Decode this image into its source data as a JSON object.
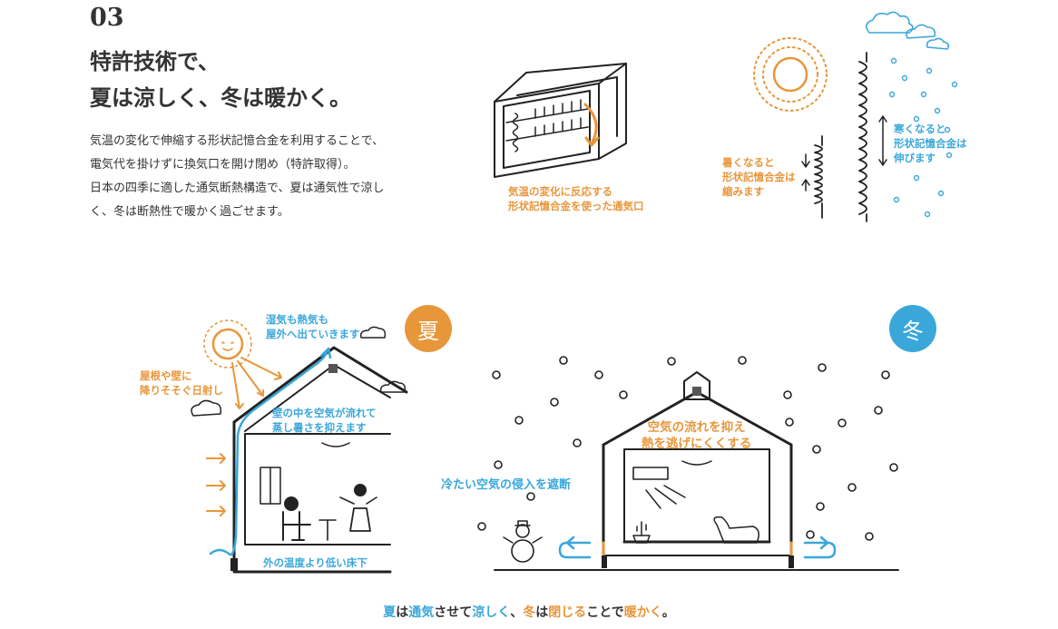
{
  "section_number": "03",
  "title_line1": "特許技術で、",
  "title_line2": "夏は涼しく、冬は暖かく。",
  "desc_line1": "気温の変化で伸縮する形状記憶合金を利用することで、",
  "desc_line2": "電気代を掛けずに換気口を開け閉め（特許取得）。",
  "desc_line3": "日本の四季に適した通気断熱構造で、夏は通気性で涼し",
  "desc_line4": "く、冬は断熱性で暖かく過ごせます。",
  "vent_label_1": "気温の変化に反応する",
  "vent_label_2": "形状記憶合金を使った通気口",
  "hot_label_1": "暑くなると",
  "hot_label_2": "形状記憶合金は",
  "hot_label_3": "縮みます",
  "cold_label_1": "寒くなると",
  "cold_label_2": "形状記憶合金は",
  "cold_label_3": "伸びます",
  "summer_badge": "夏",
  "winter_badge": "冬",
  "summer_humidity_1": "湿気も熱気も",
  "summer_humidity_2": "屋外へ出ていきます",
  "summer_sun_1": "屋根や壁に",
  "summer_sun_2": "降りそそぐ日射し",
  "summer_wall_1": "壁の中を空気が流れて",
  "summer_wall_2": "蒸し暑さを抑えます",
  "summer_floor": "外の温度より低い床下",
  "winter_flow_1": "空気の流れを抑え",
  "winter_flow_2": "熱を逃げにくくする",
  "winter_cold": "冷たい空気の侵入を遮断",
  "caption": {
    "p1": "夏",
    "p2": "は",
    "p3": "通気",
    "p4": "させて",
    "p5": "涼しく",
    "p6": "、",
    "p7": "冬",
    "p8": "は",
    "p9": "閉じる",
    "p10": "ことで",
    "p11": "暖かく",
    "p12": "。"
  },
  "colors": {
    "orange": "#e8963a",
    "blue": "#3aa7da",
    "text": "#333333"
  }
}
